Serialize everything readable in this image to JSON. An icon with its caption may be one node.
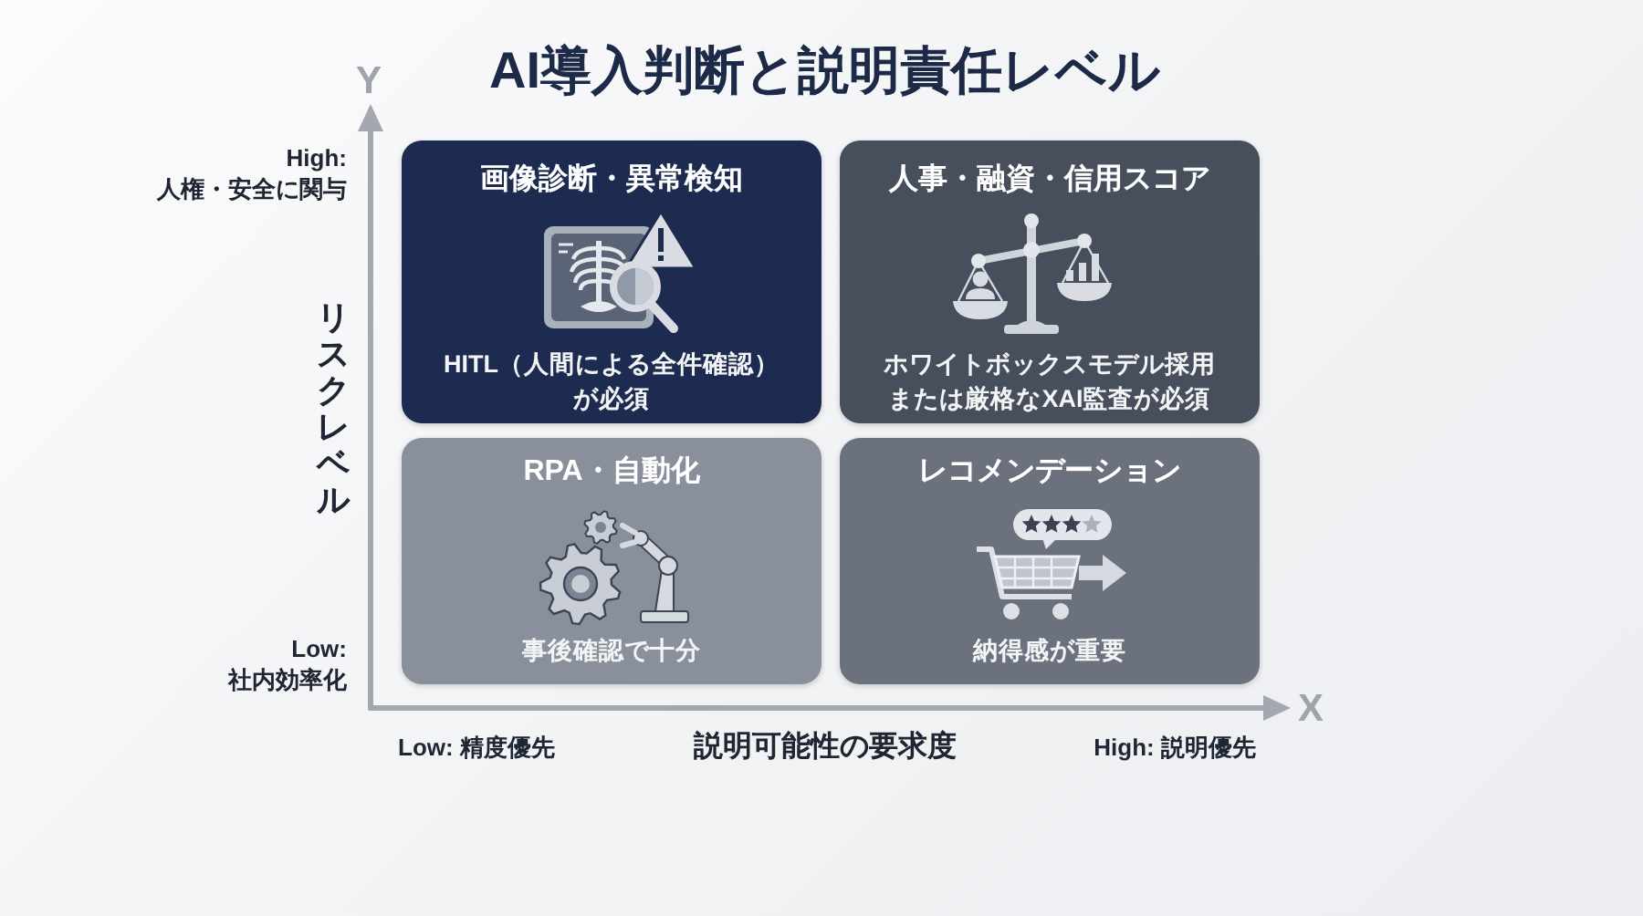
{
  "diagram": {
    "title": "AI導入判断と説明責任レベル",
    "nodes": [
      {
        "text": [
          "画像診断・異常検知",
          "HITL（人間による全件確認）が必須"
        ]
      },
      {
        "text": [
          "人事・融資・信用スコア",
          "ホワイトボックスモデル採用または厳格なXAI監査が必須"
        ]
      },
      {
        "text": [
          "RPA・自動化",
          "事後確認で十分"
        ]
      },
      {
        "text": [
          "レコメンデーション",
          "納得感が重要"
        ]
      }
    ],
    "labels": [
      "Y",
      "High: 人権・安全に関与",
      "リスクレベル",
      "Low: 社内効率化",
      "X",
      "Low: 精度優先",
      "説明可能性の要求度",
      "High: 説明優先"
    ]
  }
}
